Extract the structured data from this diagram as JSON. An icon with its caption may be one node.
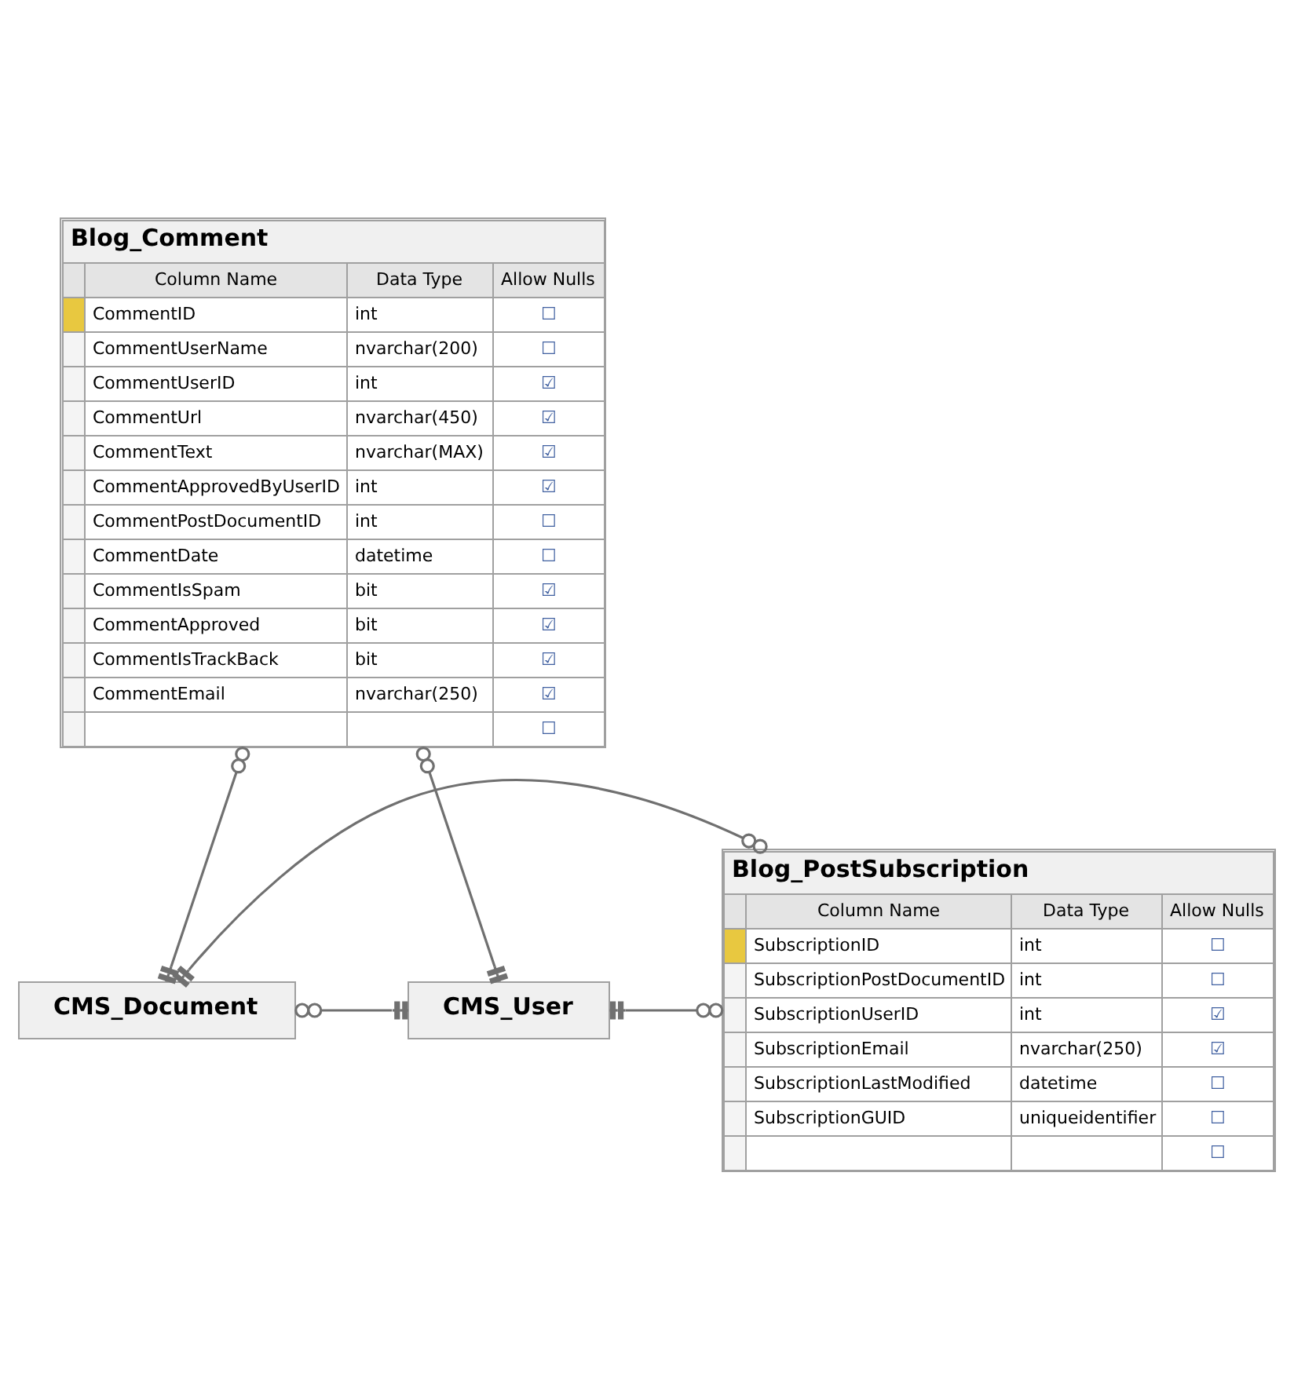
{
  "diagram": {
    "nodes": [
      {
        "text": [
          "Blog_Comment",
          "Column Name",
          "Data Type",
          "Allow Nulls",
          "CommentID",
          "int",
          "☐",
          "CommentUserName",
          "nvarchar(200)",
          "☐",
          "CommentUserID",
          "int",
          "☑",
          "CommentUrl",
          "nvarchar(450)",
          "☑",
          "CommentText",
          "nvarchar(MAX)",
          "☑",
          "CommentApprovedByUserID",
          "int",
          "☑",
          "CommentPostDocumentID",
          "int",
          "☐",
          "CommentDate",
          "datetime",
          "☐",
          "CommentIsSpam",
          "bit",
          "☑",
          "CommentApproved",
          "bit",
          "☑",
          "CommentIsTrackBack",
          "bit",
          "☑",
          "CommentEmail",
          "nvarchar(250)",
          "☑",
          "☐"
        ]
      },
      {
        "text": [
          "CMS_Document"
        ]
      },
      {
        "text": [
          "CMS_User"
        ]
      },
      {
        "text": [
          "Blog_PostSubscription",
          "Column Name",
          "Data Type",
          "Allow Nulls",
          "SubscriptionID",
          "int",
          "☐",
          "SubscriptionPostDocumentID",
          "int",
          "☐",
          "SubscriptionUserID",
          "int",
          "☑",
          "SubscriptionEmail",
          "nvarchar(250)",
          "☑",
          "SubscriptionLastModified",
          "datetime",
          "☐",
          "SubscriptionGUID",
          "uniqueidentifier",
          "☐",
          "☐"
        ]
      }
    ],
    "edges": [
      {
        "from": 0,
        "to": 2,
        "arrow": "other"
      },
      {
        "from": 0,
        "to": 1,
        "arrow": "other"
      },
      {
        "from": 1,
        "to": 2,
        "arrow": "other"
      },
      {
        "from": 3,
        "to": 1,
        "arrow": "other"
      },
      {
        "from": 3,
        "to": 2,
        "arrow": "other"
      }
    ]
  }
}
